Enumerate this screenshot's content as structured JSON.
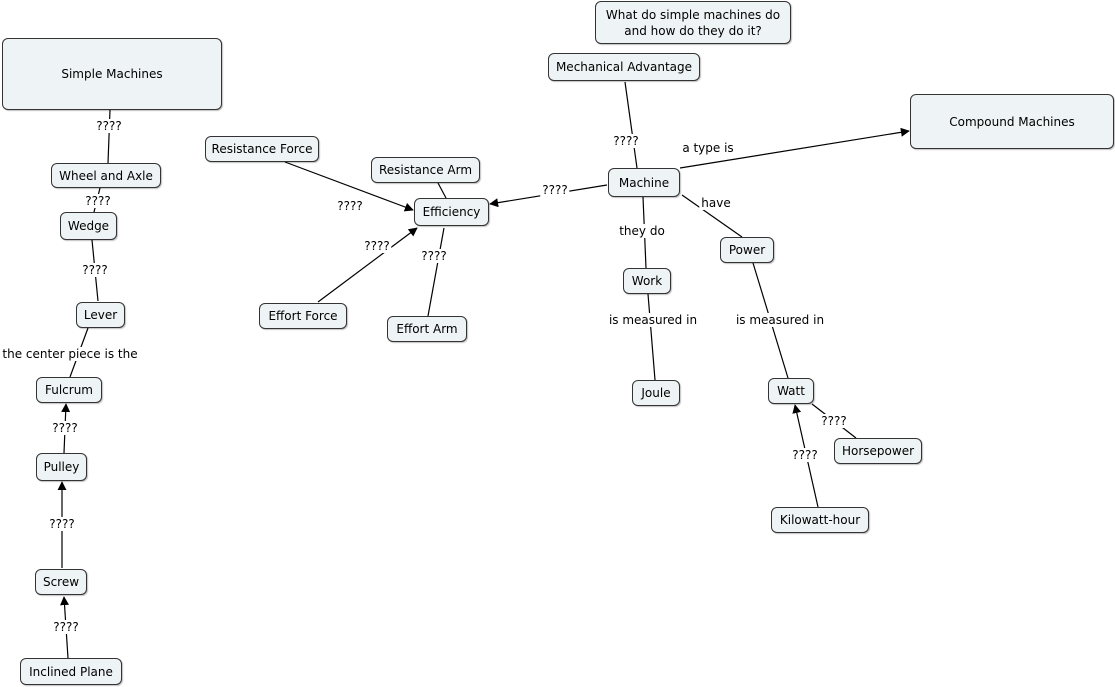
{
  "nodes": {
    "question": "What do simple machines do and how do they do it?",
    "simple_machines": "Simple Machines",
    "mechanical_advantage": "Mechanical Advantage",
    "compound_machines": "Compound Machines",
    "resistance_force": "Resistance Force",
    "resistance_arm": "Resistance Arm",
    "efficiency": "Efficiency",
    "machine": "Machine",
    "effort_force": "Effort Force",
    "effort_arm": "Effort Arm",
    "work": "Work",
    "power": "Power",
    "joule": "Joule",
    "watt": "Watt",
    "horsepower": "Horsepower",
    "kilowatt_hour": "Kilowatt-hour",
    "wheel_and_axle": "Wheel and Axle",
    "wedge": "Wedge",
    "lever": "Lever",
    "fulcrum": "Fulcrum",
    "pulley": "Pulley",
    "screw": "Screw",
    "inclined_plane": "Inclined Plane"
  },
  "labels": {
    "sm_wheel": "????",
    "wheel_wedge": "????",
    "wedge_lever": "????",
    "lever_fulcrum": "the center piece is the",
    "pulley_fulcrum": "????",
    "screw_pulley": "????",
    "incline_screw": "????",
    "ma_machine": "????",
    "a_type_is": "a type is",
    "machine_eff": "????",
    "rf_eff": "????",
    "ef_eff": "????",
    "ea_eff": "????",
    "have": "have",
    "they_do": "they do",
    "work_measured": "is measured in",
    "power_measured": "is measured in",
    "hp_watt": "????",
    "kwh_watt": "????"
  }
}
